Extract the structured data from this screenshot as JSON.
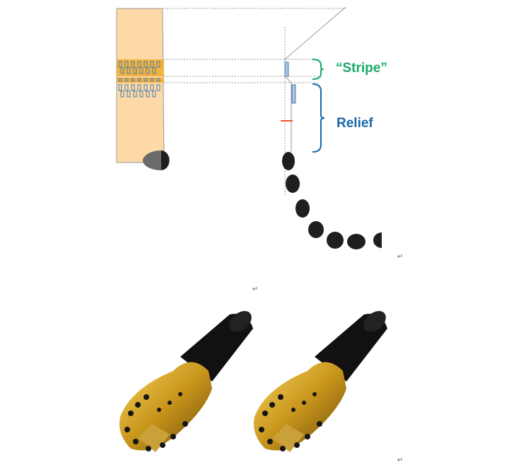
{
  "diagram": {
    "stripe_label": "“Stripe”",
    "relief_label": "Relief",
    "colors": {
      "stripe": "#19a865",
      "relief": "#1a66a8",
      "block": "#fcd9a6",
      "band": "#f2b240",
      "cutter": "#1f1f1f",
      "offset_arrow": "#f0502a"
    }
  },
  "paragraph_marks": [
    "↵",
    "↵",
    "↵"
  ],
  "images": [
    {
      "name": "drill-bit-left"
    },
    {
      "name": "drill-bit-right"
    }
  ]
}
